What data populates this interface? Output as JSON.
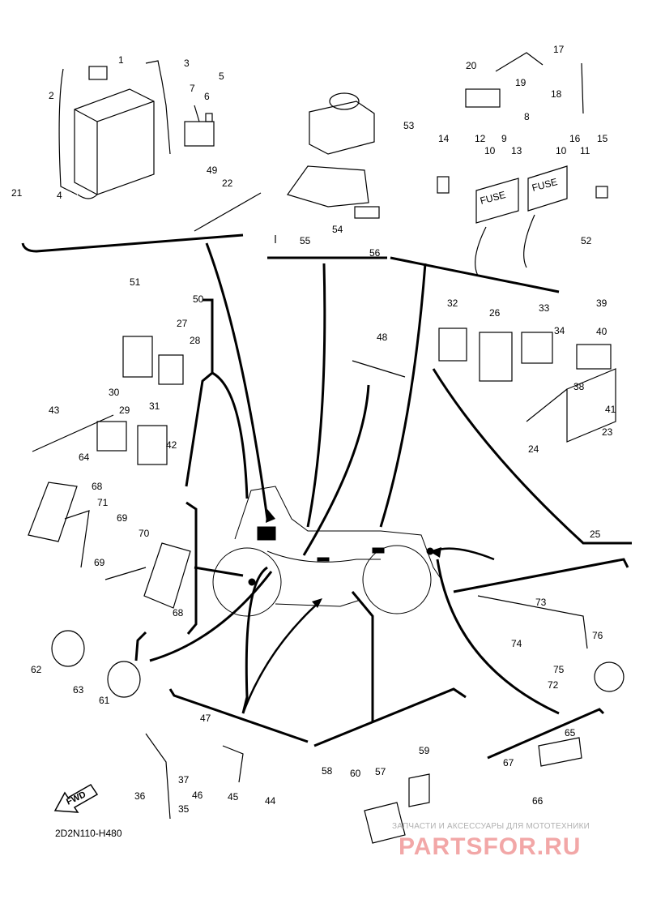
{
  "diagram": {
    "drawing_code": "2D2N110-H480",
    "fwd_label": "FWD",
    "fuse_label": "FUSE",
    "part_numbers": [
      "1",
      "2",
      "3",
      "4",
      "5",
      "6",
      "7",
      "8",
      "9",
      "10",
      "10",
      "11",
      "12",
      "13",
      "14",
      "15",
      "16",
      "17",
      "18",
      "19",
      "20",
      "21",
      "22",
      "23",
      "24",
      "25",
      "26",
      "27",
      "28",
      "29",
      "30",
      "31",
      "32",
      "33",
      "34",
      "35",
      "36",
      "37",
      "38",
      "39",
      "40",
      "41",
      "42",
      "43",
      "44",
      "45",
      "46",
      "47",
      "48",
      "49",
      "50",
      "51",
      "52",
      "53",
      "54",
      "55",
      "56",
      "57",
      "58",
      "59",
      "60",
      "61",
      "62",
      "63",
      "64",
      "65",
      "66",
      "67",
      "68",
      "68",
      "69",
      "69",
      "70",
      "71",
      "72",
      "73",
      "74",
      "75",
      "76"
    ]
  },
  "watermark": {
    "caption": "ЗАПЧАСТИ И АКСЕССУАРЫ ДЛЯ МОТОТЕХНИКИ",
    "brand": "PARTSFOR.RU",
    "color": "#f2a7a7"
  },
  "colors": {
    "ink": "#000000",
    "background": "#ffffff"
  }
}
